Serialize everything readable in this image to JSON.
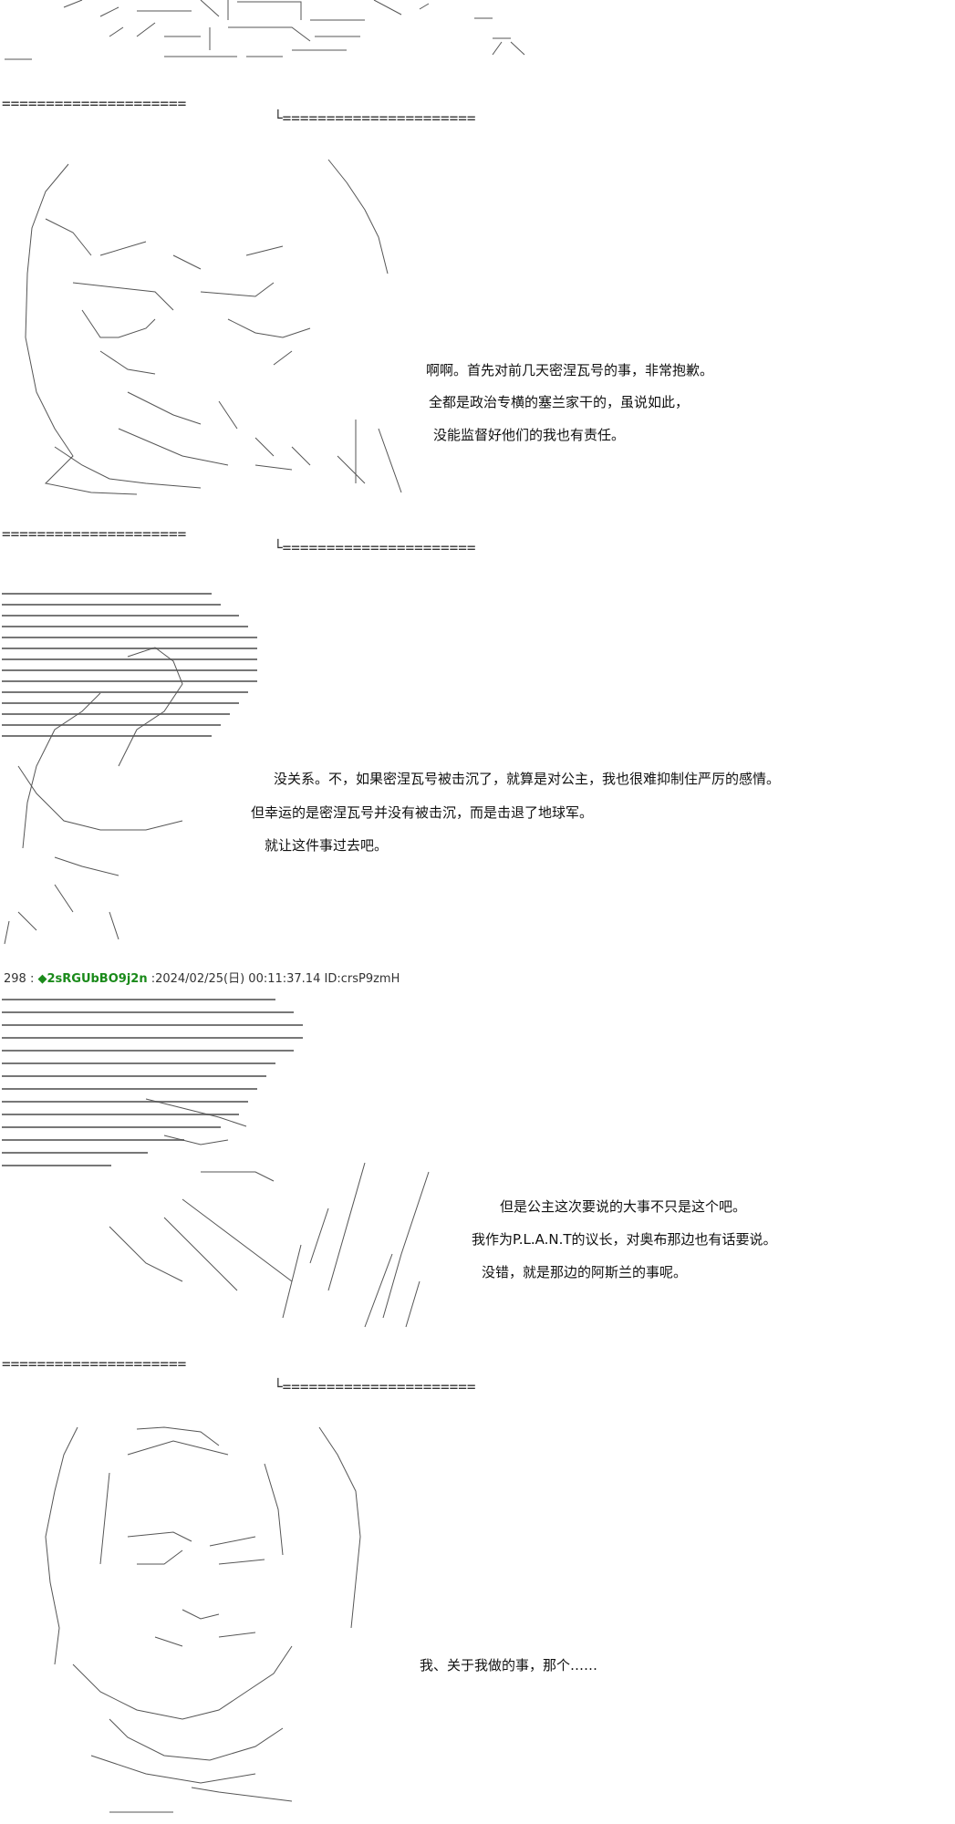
{
  "separators": {
    "left": "=====================",
    "right": "└======================"
  },
  "post": {
    "number": "298",
    "colon": " : ",
    "diamond": "◆",
    "tripcode": "2sRGUbBO9j2n",
    "datetime": " :2024/02/25(日) 00:11:37.14 ID:crsP9zmH"
  },
  "dialog": {
    "panel1": [
      "啊啊。首先对前几天密涅瓦号的事，非常抱歉。",
      "全都是政治专横的塞兰家干的，虽说如此，",
      "没能监督好他们的我也有责任。"
    ],
    "panel2": [
      "没关系。不，如果密涅瓦号被击沉了，就算是对公主，我也很难抑制住严厉的感情。",
      "但幸运的是密涅瓦号并没有被击沉，而是击退了地球军。",
      "就让这件事过去吧。"
    ],
    "panel3": [
      "但是公主这次要说的大事不只是这个吧。",
      "我作为P.L.A.N.T的议长，对奥布那边也有话要说。",
      "没错，就是那边的阿斯兰的事呢。"
    ],
    "panel4": [
      "我、关于我做的事，那个……"
    ]
  }
}
